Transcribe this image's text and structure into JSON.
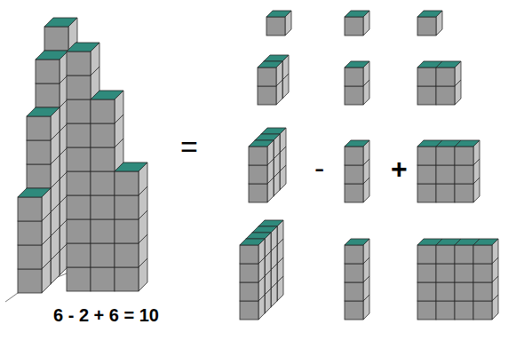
{
  "diagram": {
    "labels": [
      "=",
      "-",
      "+",
      "6 - 2 + 6 = 10"
    ]
  }
}
